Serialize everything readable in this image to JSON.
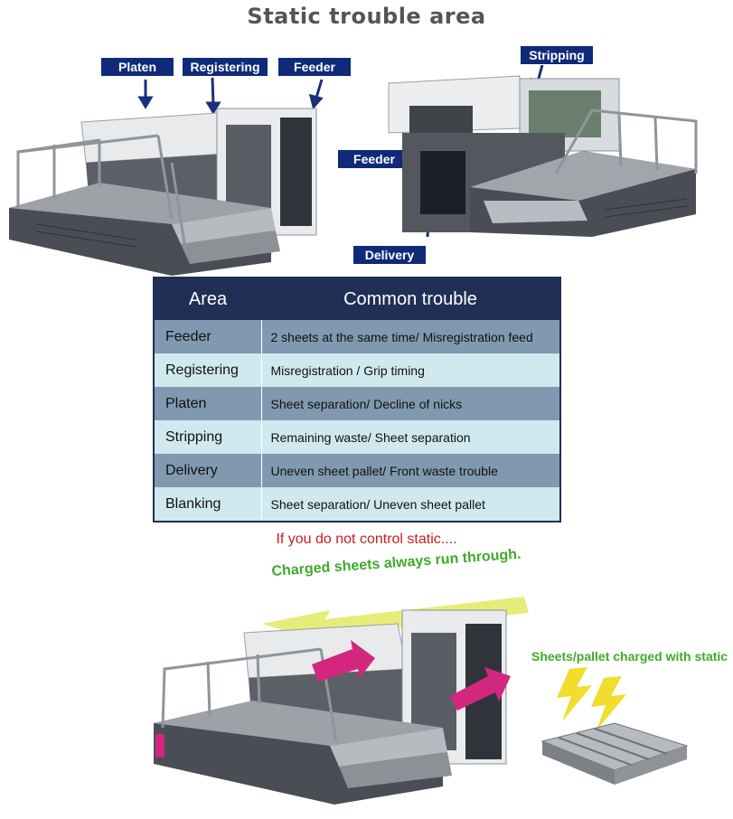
{
  "title": "Static trouble area",
  "callouts": {
    "platen": "Platen",
    "registering": "Registering",
    "feeder_left": "Feeder",
    "stripping": "Stripping",
    "feeder_right": "Feeder",
    "delivery": "Delivery"
  },
  "table": {
    "headers": [
      "Area",
      "Common trouble"
    ],
    "rows": [
      {
        "area": "Feeder",
        "trouble": "2 sheets at the same time/ Misregistration feed"
      },
      {
        "area": "Registering",
        "trouble": "Misregistration / Grip timing"
      },
      {
        "area": "Platen",
        "trouble": "Sheet separation/ Decline of nicks"
      },
      {
        "area": "Stripping",
        "trouble": "Remaining waste/ Sheet separation"
      },
      {
        "area": "Delivery",
        "trouble": "Uneven sheet pallet/ Front waste trouble"
      },
      {
        "area": "Blanking",
        "trouble": "Sheet separation/ Uneven sheet pallet"
      }
    ]
  },
  "warning": "If you do not control static....",
  "bottom": {
    "run_through": "Charged sheets always run through.",
    "pallet_static": "Sheets/pallet charged with static"
  },
  "colors": {
    "tag_bg": "#0f2a78",
    "table_header": "#1f2f55",
    "row_dark": "#8099b0",
    "row_light": "#cfe9ef",
    "warning": "#c81e1e",
    "green_text": "#3faa2a",
    "arrow_yellow": "#e6ec7a",
    "arrow_magenta": "#d3277f",
    "bolt_yellow": "#f2dc2c"
  }
}
